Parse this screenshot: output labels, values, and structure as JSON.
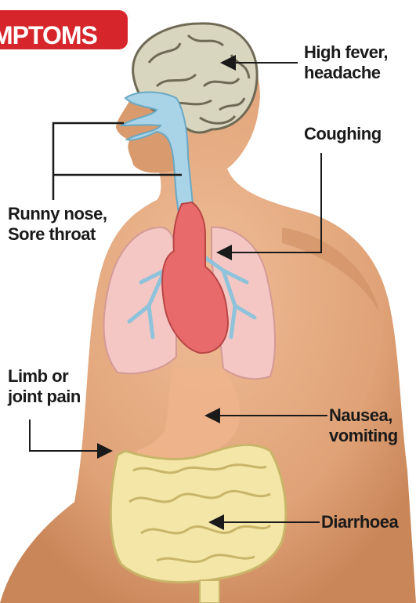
{
  "banner": {
    "text": "MPTOMS"
  },
  "symptoms": [
    {
      "id": "fever",
      "line1": "High fever,",
      "line2": "headache"
    },
    {
      "id": "cough",
      "line1": "Coughing",
      "line2": ""
    },
    {
      "id": "throat",
      "line1": "Runny nose,",
      "line2": "Sore throat"
    },
    {
      "id": "limb",
      "line1": "Limb or",
      "line2": "joint pain"
    },
    {
      "id": "nausea",
      "line1": "Nausea,",
      "line2": "vomiting"
    },
    {
      "id": "diarrhoea",
      "line1": "Diarrhoea",
      "line2": ""
    }
  ],
  "colors": {
    "banner": "#d7262b",
    "skin": "#e3a57b",
    "airway": "#a9d3e6",
    "lungs": "#f4c7c4",
    "heart": "#e86a6a",
    "brain": "#d9d6bf",
    "intestine": "#f3e6a6"
  }
}
